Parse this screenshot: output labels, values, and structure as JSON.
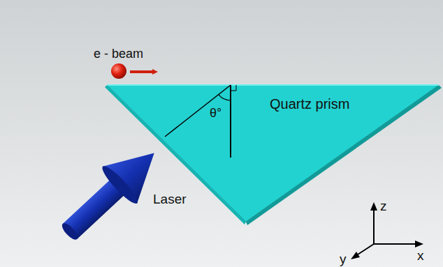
{
  "diagram": {
    "nodes": [
      {
        "text": [
          "Quartz prism"
        ]
      }
    ],
    "labels": [
      "e - beam",
      "θ°",
      "Laser",
      "z",
      "x",
      "y"
    ]
  }
}
